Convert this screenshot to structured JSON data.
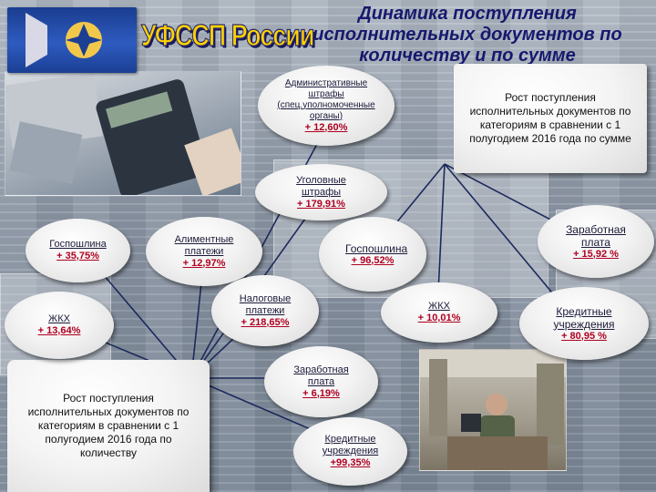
{
  "header": {
    "brand": "УФССП России",
    "title_line1": "Динамика поступления",
    "title_line2": "исполнительных документов по",
    "title_line3": "количеству и по сумме"
  },
  "summary_count": {
    "text": "Рост поступления исполнительных документов по категориям в сравнении с 1 полугодием 2016 года по количеству"
  },
  "summary_sum": {
    "text": "Рост поступления исполнительных документов по категориям в сравнении с 1 полугодием 2016 года по сумме"
  },
  "count_items": [
    {
      "label": "Административные штрафы (спец.уполномоченные органы)",
      "value": "+ 12,60%"
    },
    {
      "label": "Уголовные штрафы",
      "value": "+ 179,91%"
    },
    {
      "label": "Госпошлина",
      "value": "+ 35,75%"
    },
    {
      "label": "Алиментные платежи",
      "value": "+ 12,97%"
    },
    {
      "label": "ЖКХ",
      "value": "+ 13,64%"
    },
    {
      "label": "Налоговые платежи",
      "value": "+ 218,65%"
    },
    {
      "label": "Заработная плата",
      "value": "+ 6,19%"
    },
    {
      "label": "Кредитные учреждения",
      "value": "+99,35%"
    }
  ],
  "sum_items": [
    {
      "label": "Госпошлина",
      "value": "+ 96,52%"
    },
    {
      "label": "ЖКХ",
      "value": "+ 10,01%"
    },
    {
      "label": "Заработная плата",
      "value": "+ 15,92 %"
    },
    {
      "label": "Кредитные учреждения",
      "value": "+ 80,95 %"
    }
  ],
  "colors": {
    "title": "#16186e",
    "brand": "#ffd200",
    "value": "#b00020",
    "line": "#1c2a5c"
  }
}
